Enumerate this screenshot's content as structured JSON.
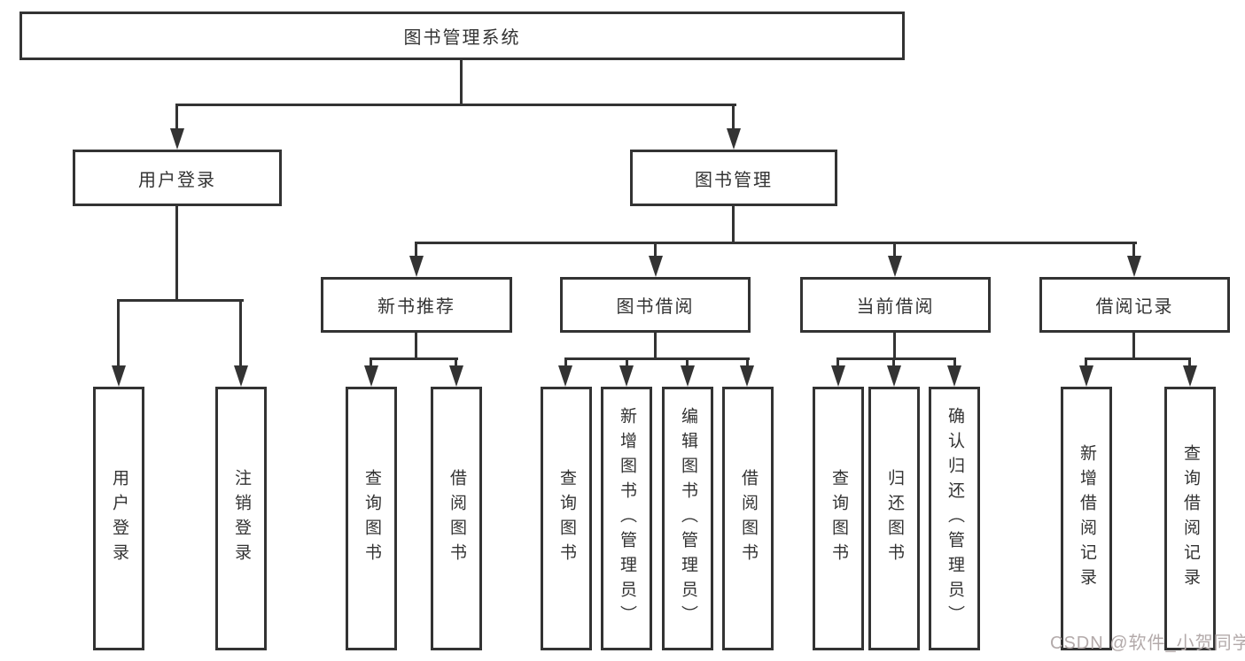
{
  "diagram": {
    "root": {
      "label": "图书管理系统"
    },
    "branches": [
      {
        "label": "用户登录",
        "children": [
          "用户登录",
          "注销登录"
        ]
      },
      {
        "label": "图书管理"
      }
    ],
    "modules": [
      {
        "label": "新书推荐",
        "children": [
          "查询图书",
          "借阅图书"
        ]
      },
      {
        "label": "图书借阅",
        "children": [
          "查询图书",
          "新增图书（管理员）",
          "编辑图书（管理员）",
          "借阅图书"
        ]
      },
      {
        "label": "当前借阅",
        "children": [
          "查询图书",
          "归还图书",
          "确认归还（管理员）"
        ]
      },
      {
        "label": "借阅记录",
        "children": [
          "新增借阅记录",
          "查询借阅记录"
        ]
      }
    ]
  },
  "watermark": {
    "text": "CSDN @软件_小贺同学"
  },
  "colors": {
    "line": "#333333",
    "text": "#333333",
    "box_fill": "#ffffff",
    "background": "#ffffff",
    "watermark": "#b3aaaa"
  }
}
